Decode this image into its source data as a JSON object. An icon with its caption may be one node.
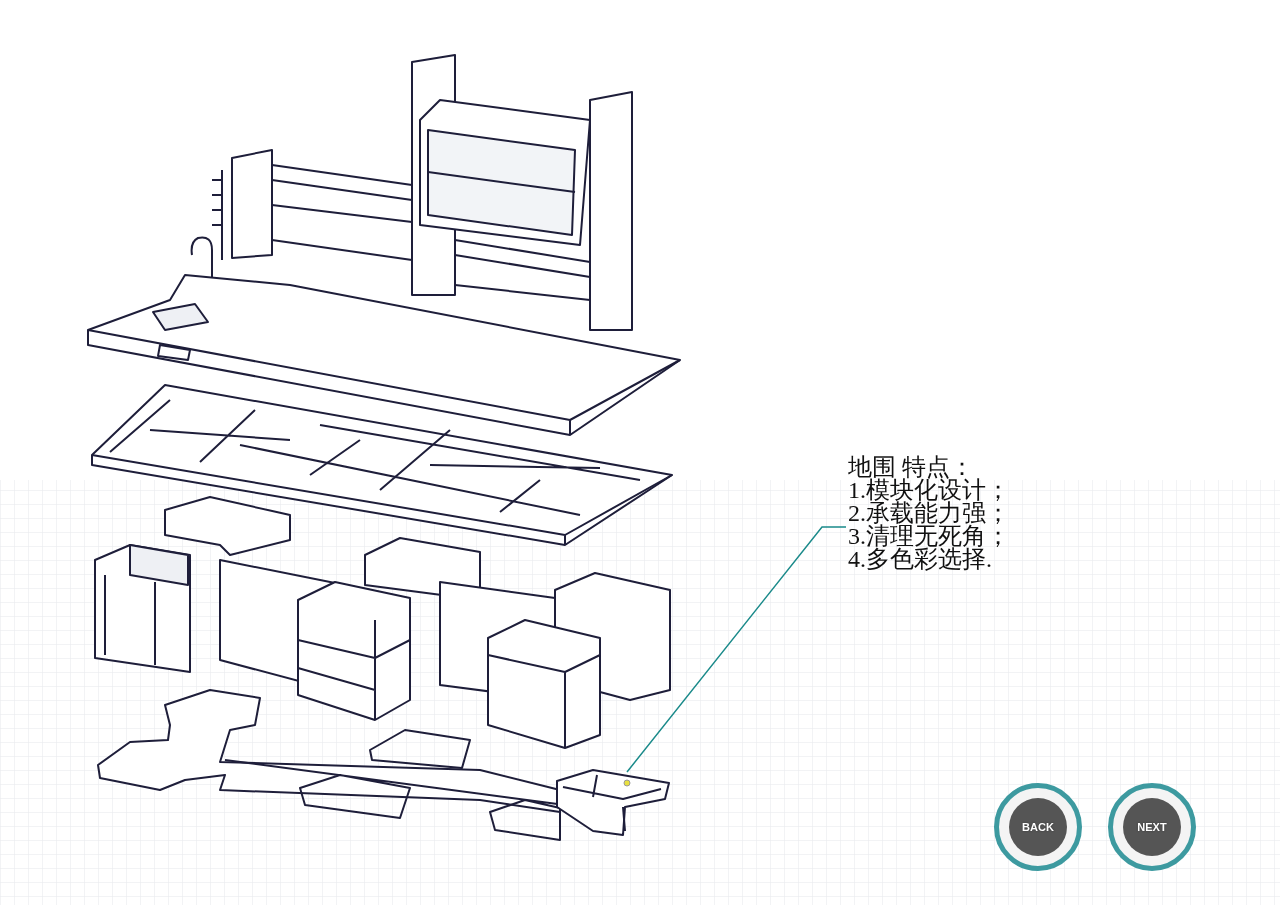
{
  "diagram": {
    "nodes": [
      {
        "text": [
          "地围 特点：",
          "1.模块化设计；",
          "2.承载能力强；",
          "3.清理无死角；",
          "4.多色彩选择."
        ]
      },
      {
        "text": [],
        "shape": "picture"
      }
    ],
    "edges": [
      {
        "from": 0,
        "to": 1,
        "arrow": "none"
      }
    ],
    "labels": [
      "BACK",
      "NEXT"
    ]
  }
}
